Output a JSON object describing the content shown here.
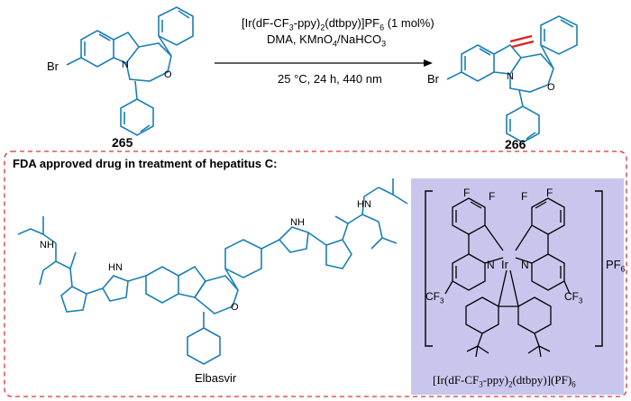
{
  "scheme": {
    "reagents_line1_pre": "[Ir(dF-CF",
    "reagents_line1_sub1": "3",
    "reagents_line1_mid": "-ppy)",
    "reagents_line1_sub2": "2",
    "reagents_line1_post": "(dtbpy)]PF",
    "reagents_line1_sub3": "6",
    "reagents_line1_tail": " (1 mol%)",
    "reagents_line2_pre": "DMA, KMnO",
    "reagents_line2_sub1": "4",
    "reagents_line2_post": "/NaHCO",
    "reagents_line2_sub2": "3",
    "conditions": "25 °C, 24 h, 440 nm",
    "reactant_label": "265",
    "product_label": "266",
    "bromo": "Br"
  },
  "fda_box": {
    "title": "FDA approved drug in treatment of hepatitus C:",
    "drug_name": "Elbasvir",
    "atoms": {
      "hn": "HN",
      "nh": "NH",
      "n": "N",
      "o": "O"
    }
  },
  "catalyst": {
    "counterion": "PF",
    "counterion_sub": "6",
    "cf3": "CF",
    "cf3_sub": "3",
    "f": "F",
    "ir": "Ir",
    "n": "N",
    "name_pre": "[Ir(dF-CF",
    "name_sub1": "3",
    "name_mid": "-ppy)",
    "name_sub2": "2",
    "name_post": "(dtbpy)](PF)",
    "name_sub3": "6"
  },
  "colors": {
    "structure": "#1a7fb5",
    "highlight_bond": "#e02020",
    "dashed_border": "#e03030",
    "catalyst_panel": "#c9c6ee"
  }
}
